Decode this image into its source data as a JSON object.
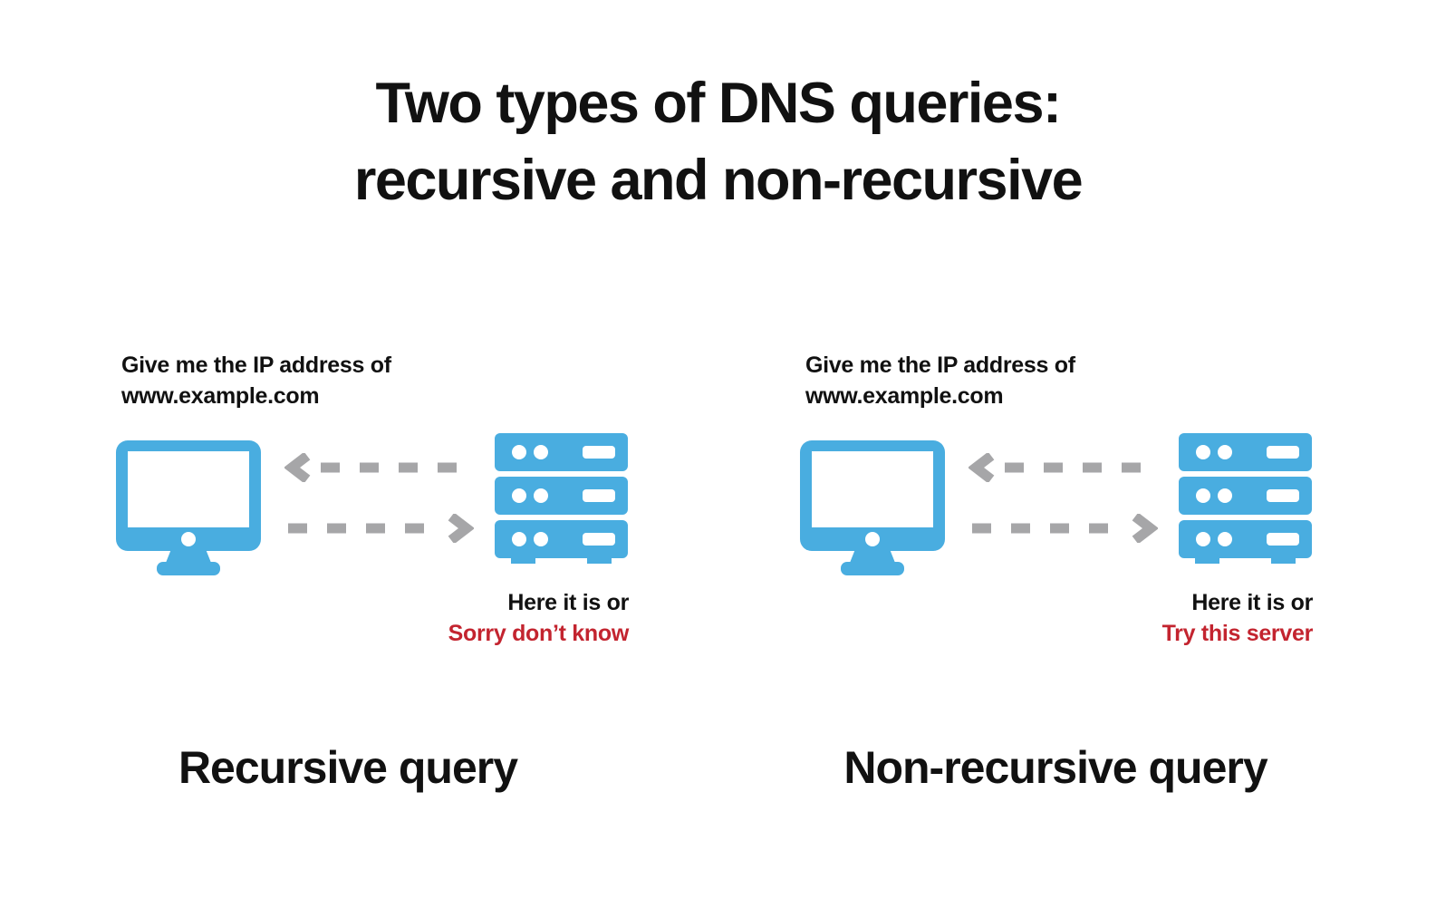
{
  "title": {
    "line1": "Two types of DNS queries:",
    "line2": "recursive and non-recursive"
  },
  "colors": {
    "blue": "#49ADE0",
    "gray": "#A6A6A8",
    "red": "#C3242F",
    "ink": "#111111",
    "bg": "#FFFFFF"
  },
  "icons": {
    "client": "desktop-computer-icon",
    "dns": "server-rack-icon",
    "response_arrow": "dashed-arrow-left-icon",
    "query_arrow": "dashed-arrow-right-icon"
  },
  "panels": [
    {
      "id": "recursive",
      "request_line1": "Give me the IP address of",
      "request_line2": "www.example.com",
      "response_black": "Here it is or",
      "response_red": "Sorry don’t know",
      "caption": "Recursive query"
    },
    {
      "id": "non-recursive",
      "request_line1": "Give me the IP address of",
      "request_line2": "www.example.com",
      "response_black": "Here it is or",
      "response_red": "Try this server",
      "caption": "Non-recursive query"
    }
  ]
}
